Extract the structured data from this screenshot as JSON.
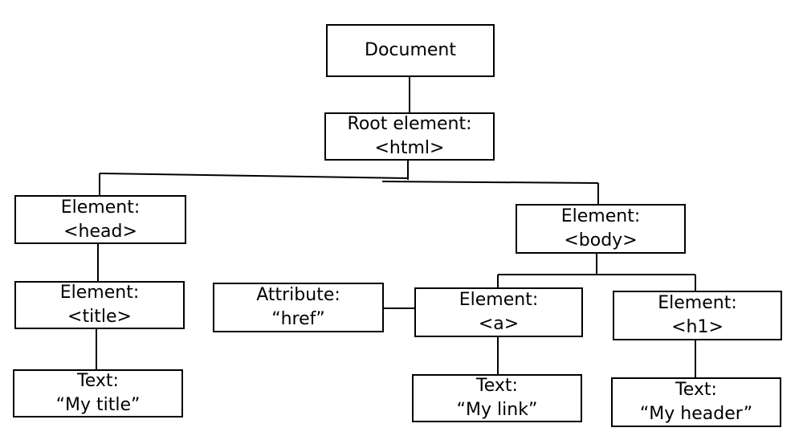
{
  "diagram": {
    "document": {
      "line1": "Document"
    },
    "root": {
      "line1": "Root element:",
      "line2": "<html>"
    },
    "head": {
      "line1": "Element:",
      "line2": "<head>"
    },
    "body": {
      "line1": "Element:",
      "line2": "<body>"
    },
    "title": {
      "line1": "Element:",
      "line2": "<title>"
    },
    "attribute": {
      "line1": "Attribute:",
      "line2": "“href”"
    },
    "anchor": {
      "line1": "Element:",
      "line2": "<a>"
    },
    "h1": {
      "line1": "Element:",
      "line2": "<h1>"
    },
    "text_title": {
      "line1": "Text:",
      "line2": "“My title”"
    },
    "text_link": {
      "line1": "Text:",
      "line2": "“My link”"
    },
    "text_header": {
      "line1": "Text:",
      "line2": "“My header”"
    }
  }
}
